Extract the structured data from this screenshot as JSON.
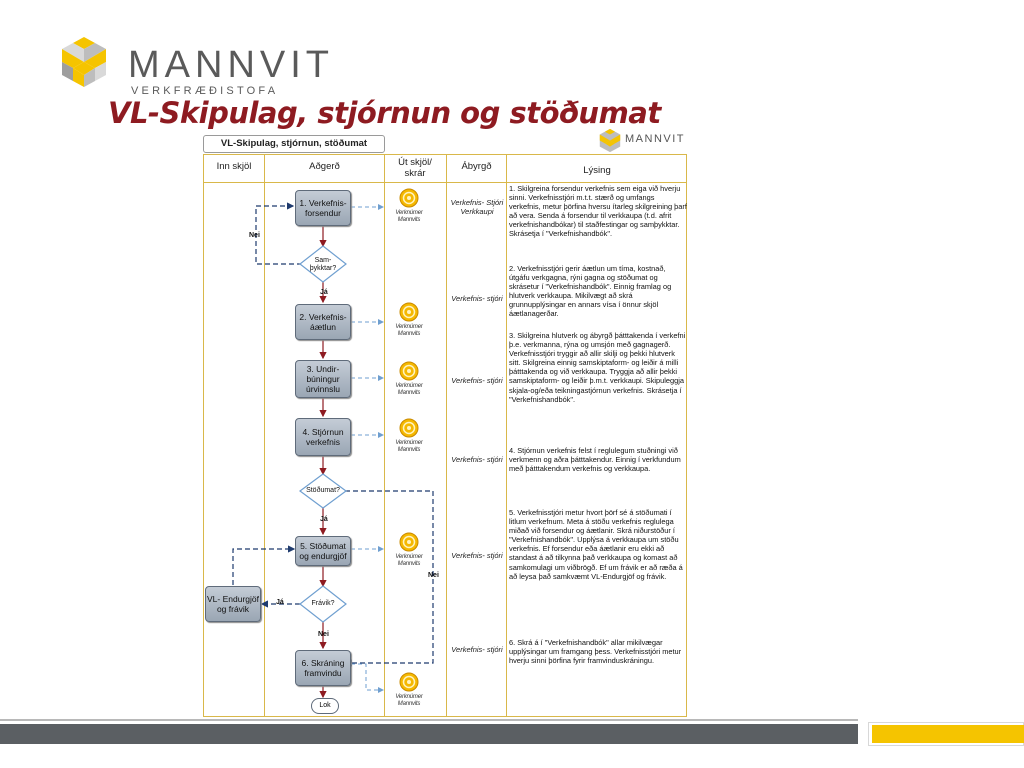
{
  "brand": {
    "name": "MANNVIT",
    "subtitle": "VERKFRÆÐISTOFA",
    "colors": {
      "accent": "#f5c400",
      "title": "#8e1b21",
      "dark": "#5b5f63"
    }
  },
  "slide": {
    "title": "VL-Skipulag, stjórnun og stöðumat"
  },
  "diagram": {
    "tab_label": "VL-Skipulag, stjórnun, stöðumat",
    "mini_logo": "MANNVIT",
    "columns": [
      "Inn skjöl",
      "Aðgerð",
      "Út skjöl/ skrár",
      "Ábyrgð",
      "Lýsing"
    ],
    "steps": {
      "s1": "1. Verkefnis- forsendur",
      "s2": "2. Verkefnis- áætlun",
      "s3": "3. Undir- búningur úrvinnslu",
      "s4": "4. Stjórnun verkefnis",
      "s5": "5. Stöðumat og endurgjöf",
      "s6": "6. Skráning framvindu",
      "vl": "VL- Endurgjöf og frávik",
      "end": "Lok"
    },
    "decisions": {
      "d1": "Sam- þykktar?",
      "d2": "Stöðumat?",
      "d3": "Frávik?"
    },
    "edge_labels": {
      "nei": "Nei",
      "ja": "Já"
    },
    "icon_label": "Verknúmer Mannvits",
    "responsibility": {
      "r1": "Verkefnis- Stjóri Verkkaupi",
      "r2": "Verkefnis- stjóri",
      "r3": "Verkefnis- stjóri",
      "r4": "Verkefnis- stjóri",
      "r5": "Verkefnis- stjóri",
      "r6": "Verkefnis- stjóri"
    },
    "descriptions": {
      "d1": "1. Skilgreina forsendur verkefnis sem eiga við hverju sinni.  Verkefnisstjóri m.t.t. stærð og umfangs verkefnis, metur þörfina hversu ítarleg skilgreining þarf að vera.  Senda á forsendur til verkkaupa (t.d. afrit verkefnishandbókar) til staðfestingar og samþykktar. Skrásetja í \"Verkefnishandbók\".",
      "d2": "2.  Verkefnisstjóri gerir áætlun um tíma, kostnað, útgáfu verkgagna, rýni gagna og stöðumat og skrásetur í \"Verkefnishandbók\". Einnig framlag og hlutverk verkkaupa. Mikilvægt að skrá grunnupplýsingar en annars vísa í önnur skjöl áætlanagerðar.",
      "d3": "3. Skilgreina hlutverk og ábyrgð þátttakenda í verkefni þ.e. verkmanna, rýna og umsjón með gagnagerð.  Verkefnisstjóri tryggir að allir skilji og þekki hlutverk sitt. Skilgreina einnig samskiptaform- og leiðir á milli þátttakenda og við verkkaupa. Tryggja að allir þekki samskiptaform- og leiðir þ.m.t. verkkaupi. Skipuleggja skjala-og/eða teikningastjórnun verkefnis. Skrásetja í \"Verkefnishandbók\".",
      "d4": "4. Stjórnun verkefnis felst í reglulegum stuðningi við verkmenn og aðra þátttakendur.  Einnig í verkfundum með þátttakendum verkefnis og verkkaupa.",
      "d5": "5. Verkefnisstjóri metur hvort þörf sé á stöðumati í litlum verkefnum. Meta á stöðu verkefnis reglulega miðað við forsendur og áætlanir.  Skrá niðurstöður í \"Verkefnishandbók\". Upplýsa á verkkaupa um stöðu verkefnis.  Ef forsendur eða áætlanir eru ekki að standast á að tilkynna það verkkaupa og komast að samkomulagi um viðbrögð. Ef um frávik er að ræða á að leysa það samkvæmt VL-Endurgjöf og frávik.",
      "d6": "6. Skrá á í \"Verkefnishandbók\" allar mikilvægar upplýsingar um framgang þess. Verkefnisstjóri metur hverju sinni þörfina fyrir framvinduskráningu."
    }
  }
}
